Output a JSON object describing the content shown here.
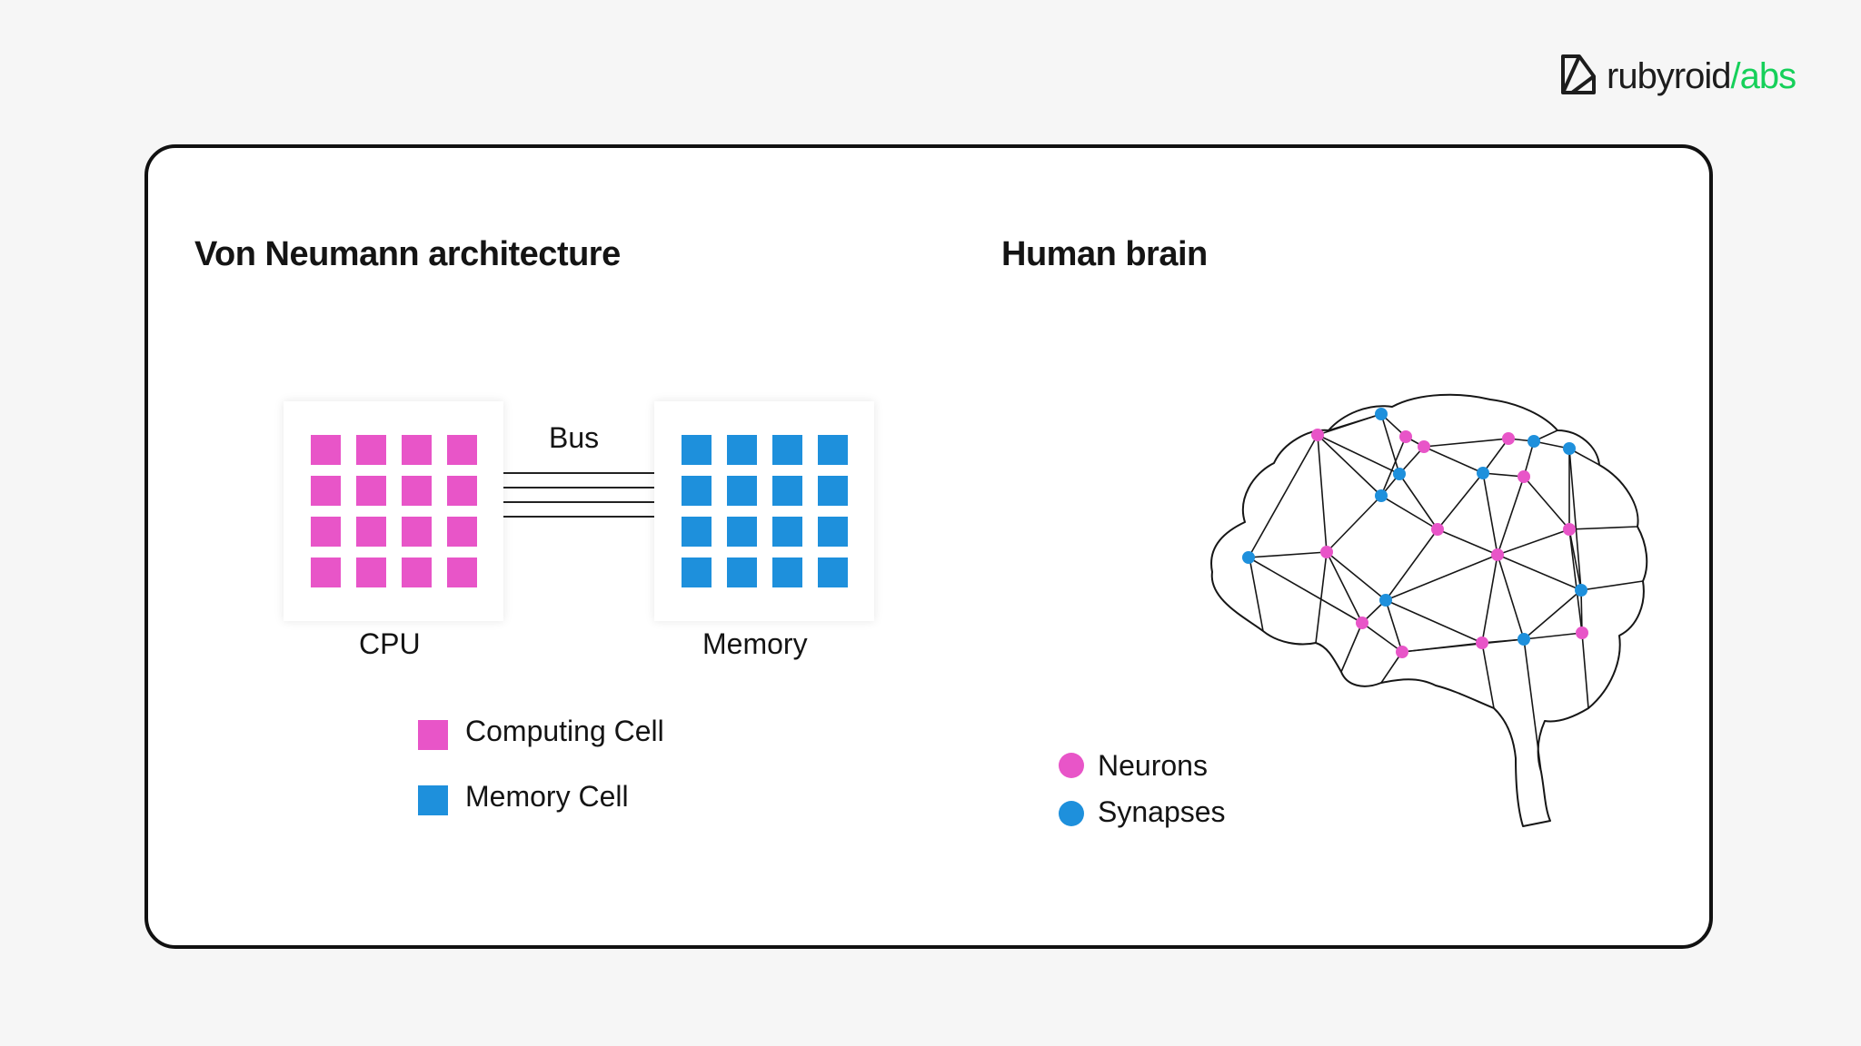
{
  "brand": {
    "name_part1": "rubyroid",
    "name_part2": "/abs"
  },
  "diagram": {
    "left": {
      "title": "Von Neumann architecture",
      "cpu_label": "CPU",
      "memory_label": "Memory",
      "bus_label": "Bus",
      "legend": [
        {
          "label": "Computing Cell",
          "color": "#e855c8"
        },
        {
          "label": "Memory Cell",
          "color": "#1e90dc"
        }
      ]
    },
    "right": {
      "title": "Human brain",
      "legend": [
        {
          "label": "Neurons",
          "color": "#e855c8"
        },
        {
          "label": "Synapses",
          "color": "#1e90dc"
        }
      ]
    }
  },
  "colors": {
    "computing": "#e855c8",
    "memory": "#1e90dc",
    "brand_accent": "#16d05a"
  },
  "icons": [
    "rubyroid-logo-icon"
  ]
}
